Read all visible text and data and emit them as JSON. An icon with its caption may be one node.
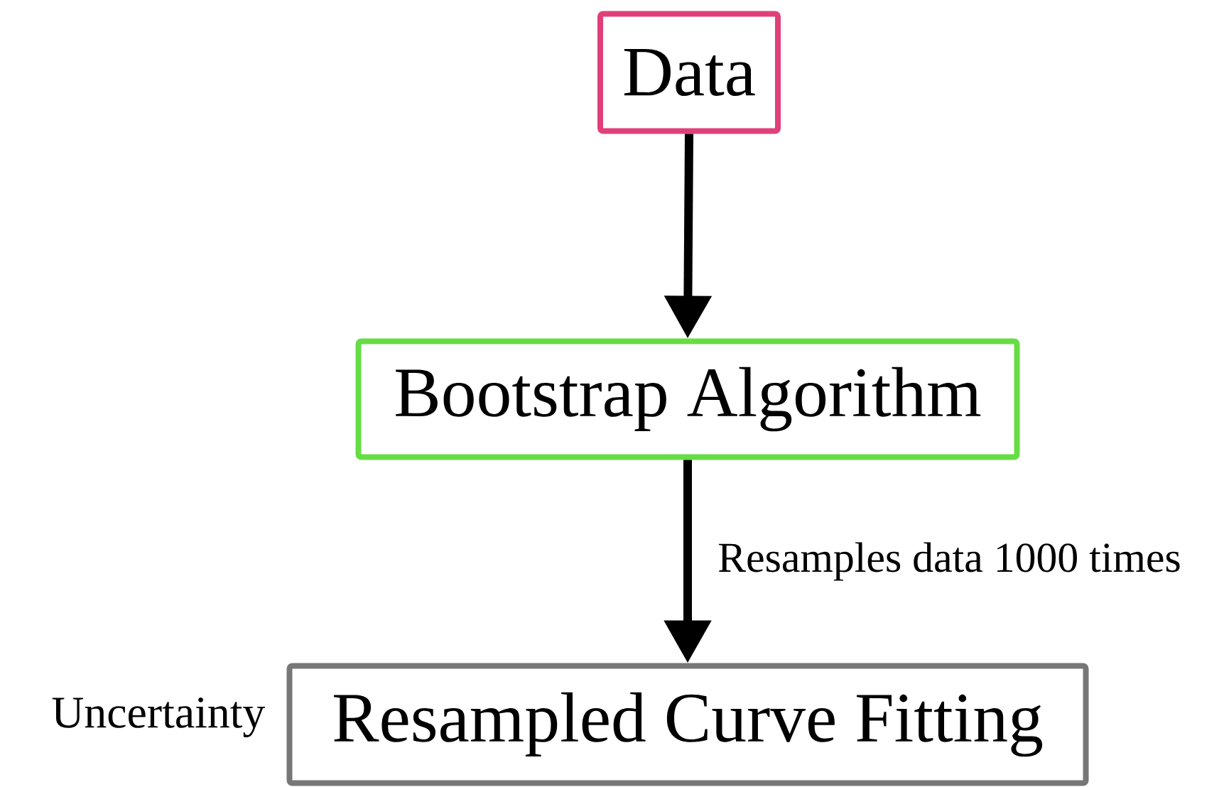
{
  "diagram": {
    "nodes": [
      {
        "text": [
          "Data"
        ]
      },
      {
        "text": [
          "Bootstrap Algorithm"
        ]
      },
      {
        "text": [
          "Resampled Curve Fitting"
        ],
        "beside": [
          "Uncertainty"
        ]
      }
    ],
    "edges": [
      {
        "from": 0,
        "to": 1,
        "arrow": "to"
      },
      {
        "from": 1,
        "to": 2,
        "arrow": "to",
        "label": "Resamples data 1000 times"
      }
    ]
  }
}
